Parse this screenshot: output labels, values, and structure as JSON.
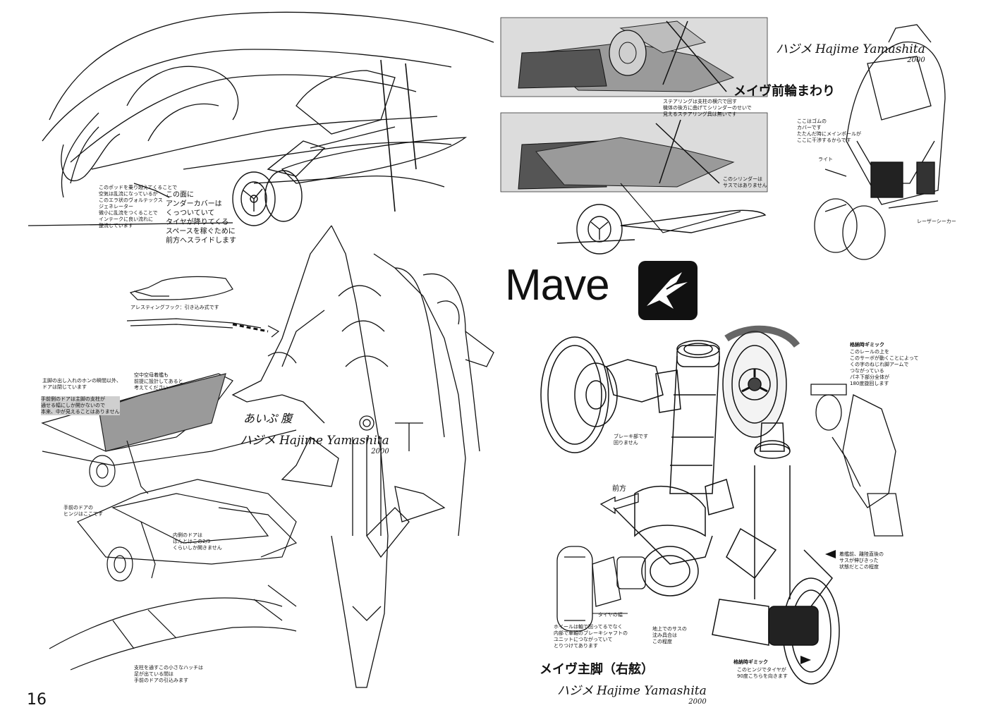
{
  "page": {
    "number": "16",
    "logo_text": "Mave",
    "signature": {
      "name": "Hajime Yamashita",
      "prefix": "ハジメ",
      "year": "2000"
    },
    "handwritten_label": "あいぷ 腹"
  },
  "headings": {
    "nose_gear": "メイヴ前輪まわり",
    "main_gear": "メイヴ主脚（右舷）"
  },
  "notes": {
    "pod_note": "このポッドを乗り越えてくることで\n空気は乱流になっているが\nこのエラ状のヴォルテックス\nジェネレーター\n微小に乱流をつくることで\nインテークに良い流れに\n整流しています",
    "under_cover": "この面に\nアンダーカバーは\nくっついていて\nタイヤが降りてくる\nスペースを稼ぐために\n前方へスライドします",
    "steering_note": "ステアリングは支柱の横穴で回す\n機体の後方に曲げてシリンダーのせいで\n見えるステアリング具は無いです",
    "cylinder_note": "このシリンダーは\nサスではありません",
    "gum_cover": "ここはゴムの\nカバーです\nたたんだ時にメインポールが\nここに干渉するからです",
    "light": "ライト",
    "laser_seeker": "レーザーシーカー",
    "arresting_hook": "アレスティングフック：引き込み式です",
    "door_note_a": "主脚の出し入れのホンの瞬間以外、\nドアは閉じています",
    "door_note_b": "空中空母着艦も\n前提に設計してあると\n考えてください",
    "door_note_c": "手前側のドアは主脚の支柱が\n通せる幅にしか開かないので\n本来、中が見えることはありません",
    "hinge_note": "手前のドアの\nヒンジはここです",
    "inner_door": "内側のドアは\nほんとはこの2/3\nくらいしか開きません",
    "hatch_note": "支柱を通すこの小さなハッチは\n足が出ている間は\n手前のドアの引込みます",
    "brake_note": "ブレーキ部です\n回りません",
    "front_arrow": "前方",
    "rail_gimmick": "格納時ギミック",
    "rail_note": "このレールの上を\nこのサーボが動くことによって\nくの字のねじれ脚アームで\nつながっている\nパネ下部分全体が\n180度旋回します",
    "landing_note": "着艦前、離陸直後の\nサスが伸びきった\n状態だとこの程度",
    "ground_note": "地上でのサスの\n沈み具合は\nこの程度",
    "hinge_gimmick": "格納時ギミック",
    "hinge_gimmick_note": "このヒンジでタイヤが\n90度こちらを向きます",
    "tire_width": "タイヤの幅",
    "brake_handwritten": "ホイールは軸で回ってるでなく\n内部で車軸のブレーキシャフトの\nユニットにつながっていて\nとりつけてあります"
  }
}
